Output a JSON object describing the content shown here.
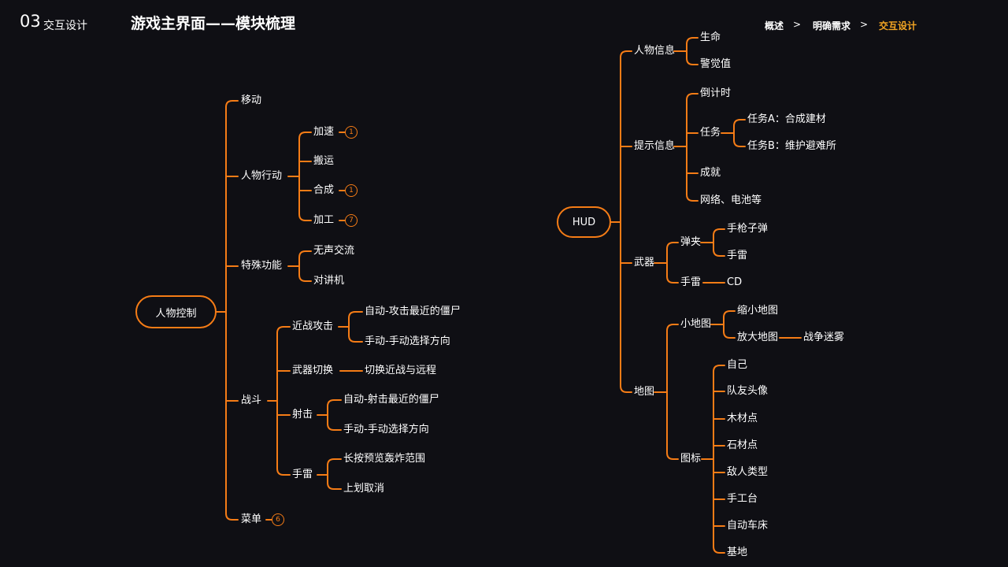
{
  "header": {
    "section_number": "03",
    "section_name": "交互设计",
    "title": "游戏主界面——模块梳理",
    "breadcrumb": [
      "概述",
      "明确需求",
      "交互设计"
    ],
    "breadcrumb_separator": ">"
  },
  "colors": {
    "background": "#0f0f14",
    "accent": "#f57c16",
    "active": "#f5a623",
    "text": "#ffffff"
  },
  "left_map": {
    "root": "人物控制",
    "branches": {
      "move": "移动",
      "action": {
        "label": "人物行动",
        "items": {
          "speed": "加速",
          "speed_badge": "1",
          "carry": "搬运",
          "craft": "合成",
          "craft_badge": "1",
          "process": "加工",
          "process_badge": "7"
        }
      },
      "special": {
        "label": "特殊功能",
        "items": {
          "silent": "无声交流",
          "walkie": "对讲机"
        }
      },
      "combat": {
        "label": "战斗",
        "melee": {
          "label": "近战攻击",
          "auto": "自动-攻击最近的僵尸",
          "manual": "手动-手动选择方向"
        },
        "switch": {
          "label": "武器切换",
          "desc": "切换近战与远程"
        },
        "shoot": {
          "label": "射击",
          "auto": "自动-射击最近的僵尸",
          "manual": "手动-手动选择方向"
        },
        "grenade": {
          "label": "手雷",
          "hold": "长按预览轰炸范围",
          "swipe": "上划取消"
        }
      },
      "menu": "菜单",
      "menu_badge": "6"
    }
  },
  "right_map": {
    "root": "HUD",
    "info": {
      "label": "人物信息",
      "life": "生命",
      "alert": "警觉值"
    },
    "hint": {
      "label": "提示信息",
      "countdown": "倒计时",
      "task": {
        "label": "任务",
        "a": "任务A：合成建材",
        "b": "任务B：维护避难所"
      },
      "achievement": "成就",
      "network": "网络、电池等"
    },
    "weapon": {
      "label": "武器",
      "clip": {
        "label": "弹夹",
        "bullets": "手枪子弹",
        "grenade": "手雷"
      },
      "grenade": {
        "label": "手雷",
        "cd": "CD"
      }
    },
    "map": {
      "label": "地图",
      "minimap": {
        "label": "小地图",
        "shrink": "缩小地图",
        "expand": "放大地图",
        "fog": "战争迷雾"
      },
      "icons": {
        "label": "图标",
        "items": {
          "self": "自己",
          "teammate": "队友头像",
          "wood": "木材点",
          "stone": "石材点",
          "enemy": "敌人类型",
          "workbench": "手工台",
          "lathe": "自动车床",
          "base": "基地"
        }
      }
    }
  }
}
